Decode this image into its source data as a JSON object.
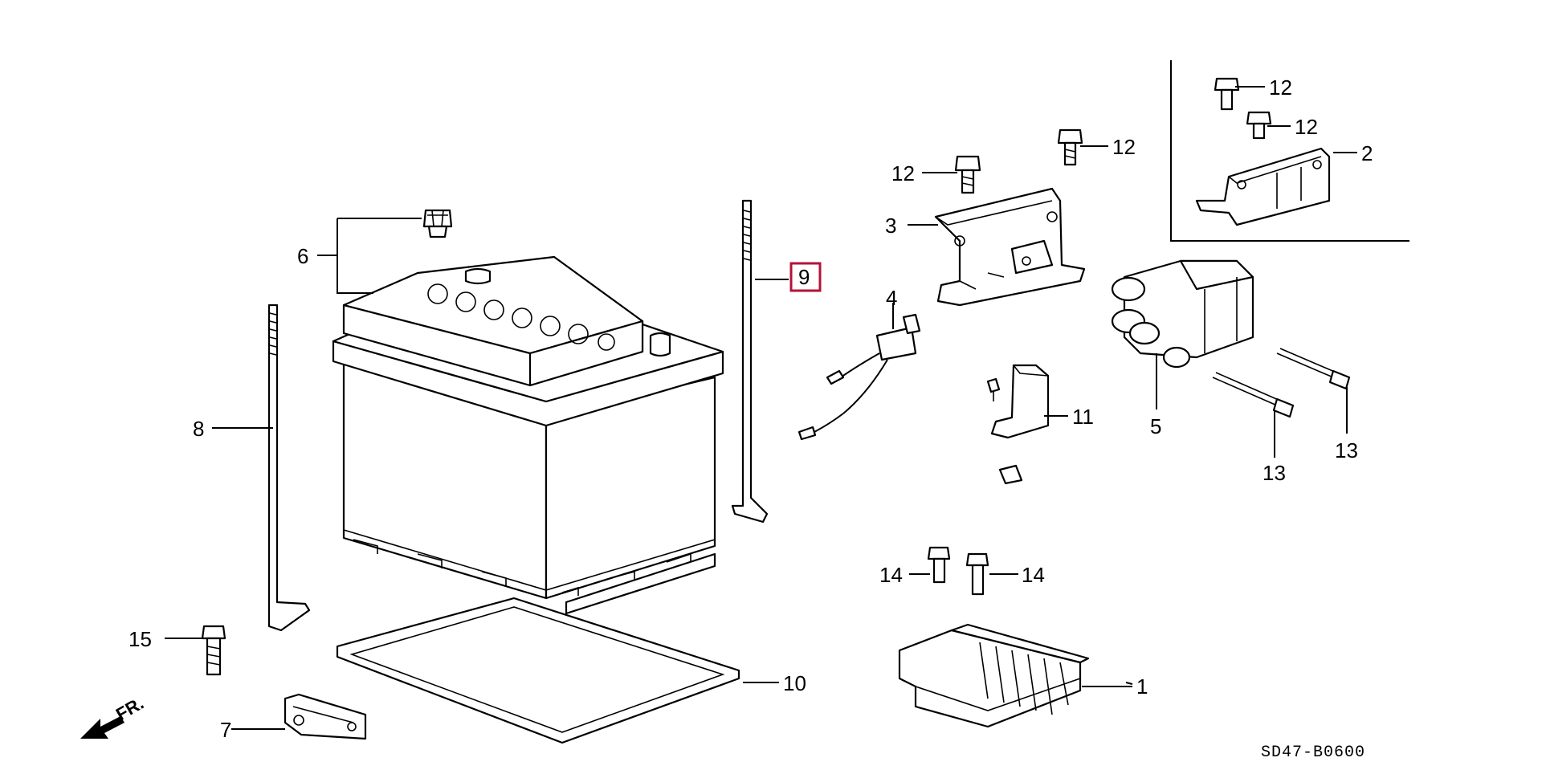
{
  "diagram": {
    "code": "SD47-B0600",
    "front_label": "FR.",
    "highlight_color": "#b3123a",
    "parts": {
      "p1": "1",
      "p2": "2",
      "p3": "3",
      "p4": "4",
      "p5": "5",
      "p6": "6",
      "p7": "7",
      "p8": "8",
      "p9": "9",
      "p10": "10",
      "p11": "11",
      "p12a": "12",
      "p12b": "12",
      "p12c": "12",
      "p12d": "12",
      "p13a": "13",
      "p13b": "13",
      "p14a": "14",
      "p14b": "14",
      "p15": "15"
    }
  }
}
